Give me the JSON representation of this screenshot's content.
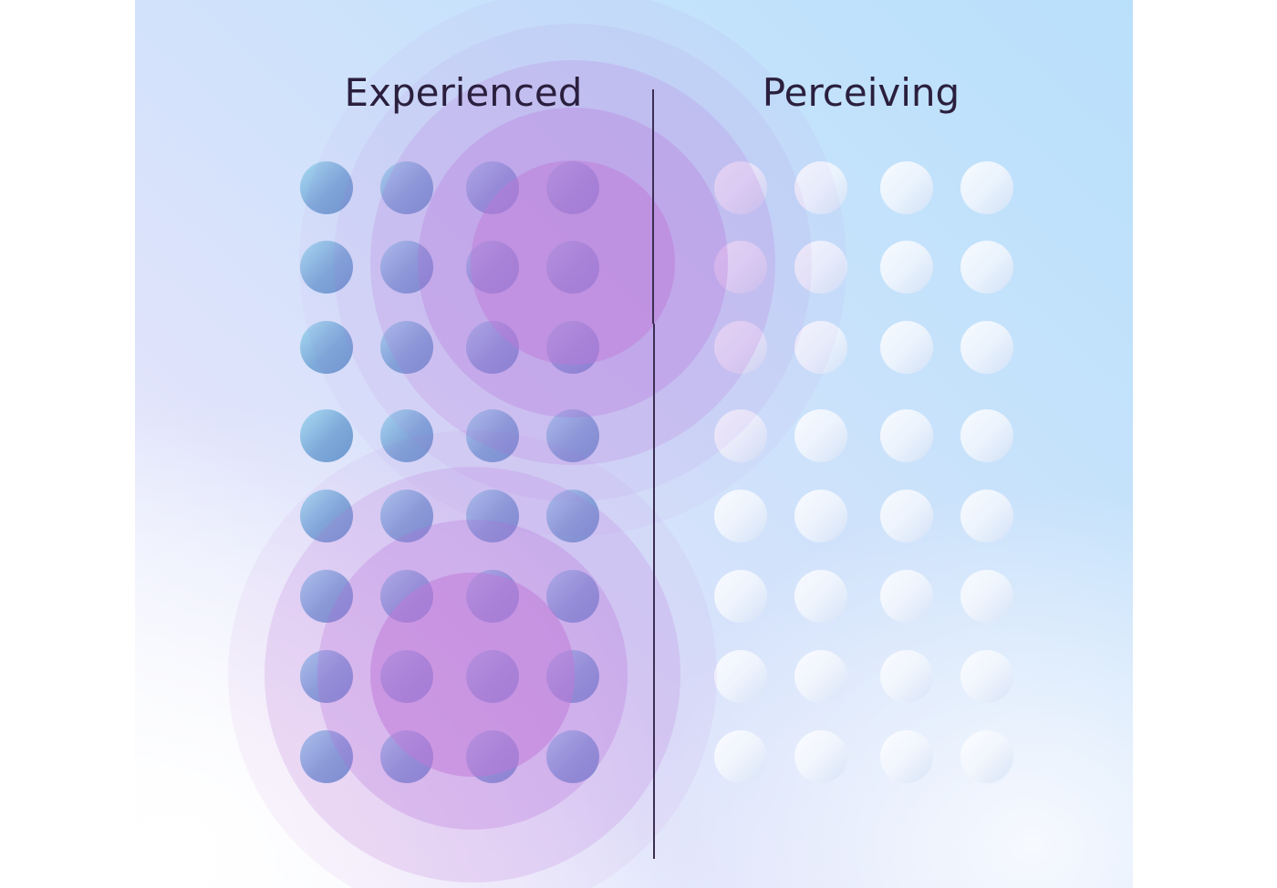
{
  "labels": {
    "left": "Experienced",
    "right": "Perceiving"
  },
  "grid": {
    "rows": 8,
    "left_columns": 4,
    "right_columns": 4
  },
  "colors": {
    "background_left": "#dfe3fb",
    "background_right": "#b9e0fb",
    "left_dot_light": "#a8d8f2",
    "left_dot_dark": "#6f9fd3",
    "right_dot_light": "#ffffff",
    "right_dot_dark": "#d9e6f8",
    "halo": "#b568d6",
    "halo_core": "#bf78d8",
    "divider": "#3b2f52",
    "text": "#2a1f3d"
  }
}
